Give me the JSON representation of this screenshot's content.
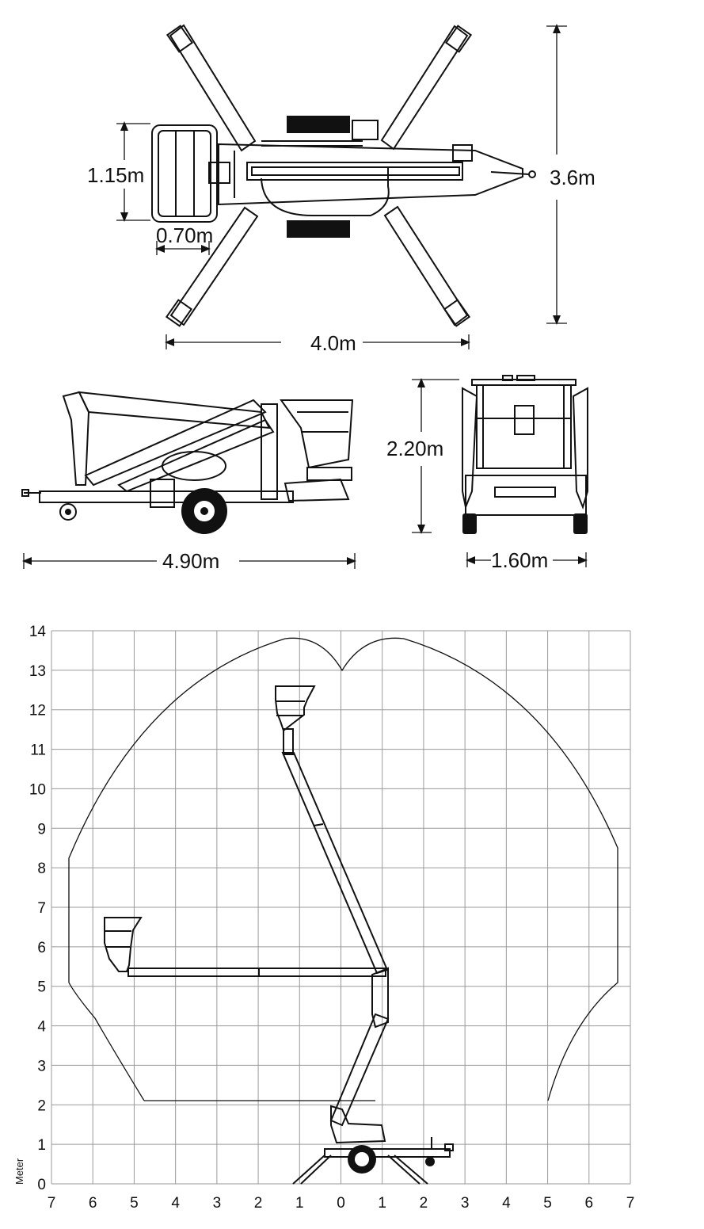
{
  "dimensions": {
    "outrigger_width": "3.6m",
    "platform_length": "1.15m",
    "platform_width": "0.70m",
    "outrigger_length": "4.0m",
    "transport_length": "4.90m",
    "transport_height": "2.20m",
    "transport_width": "1.60m"
  },
  "working_range": {
    "y_axis_label": "Meter",
    "y_ticks": [
      "0",
      "1",
      "2",
      "3",
      "4",
      "5",
      "6",
      "7",
      "8",
      "9",
      "10",
      "11",
      "12",
      "13",
      "14"
    ],
    "x_ticks": [
      "7",
      "6",
      "5",
      "4",
      "3",
      "2",
      "1",
      "0",
      "1",
      "2",
      "3",
      "4",
      "5",
      "6",
      "7"
    ],
    "envelope": {
      "max_height": 13.8,
      "max_outreach_left": 6.6,
      "max_outreach_right": 6.6
    }
  },
  "colors": {
    "line": "#111111",
    "grid": "#9a9a9a",
    "tire": "#111111",
    "background": "#ffffff"
  }
}
